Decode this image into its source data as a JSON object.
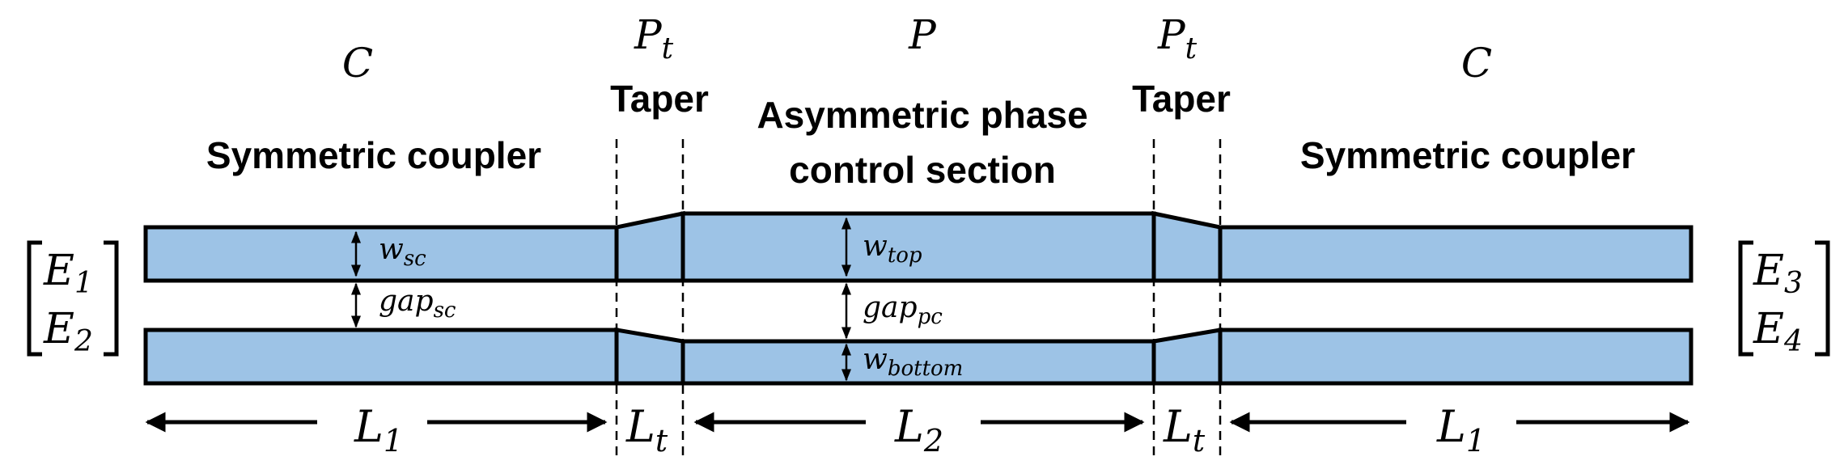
{
  "sections": {
    "coupler_left": {
      "symbol": "C",
      "label": "Symmetric coupler"
    },
    "taper_left": {
      "symbol": "P",
      "symbol_sub": "t",
      "label": "Taper"
    },
    "phase": {
      "symbol": "P",
      "label_line1": "Asymmetric phase",
      "label_line2": "control section"
    },
    "taper_right": {
      "symbol": "P",
      "symbol_sub": "t",
      "label": "Taper"
    },
    "coupler_right": {
      "symbol": "C",
      "label": "Symmetric coupler"
    }
  },
  "inputs": {
    "e1": "E",
    "e1_sub": "1",
    "e2": "E",
    "e2_sub": "2"
  },
  "outputs": {
    "e3": "E",
    "e3_sub": "3",
    "e4": "E",
    "e4_sub": "4"
  },
  "dimensions": {
    "w_sc": {
      "base": "w",
      "sub": "sc"
    },
    "gap_sc": {
      "base": "gap",
      "sub": "sc"
    },
    "w_top": {
      "base": "w",
      "sub": "top"
    },
    "gap_pc": {
      "base": "gap",
      "sub": "pc"
    },
    "w_bottom": {
      "base": "w",
      "sub": "bottom"
    }
  },
  "lengths": {
    "l1_left": {
      "base": "L",
      "sub": "1"
    },
    "lt_left": {
      "base": "L",
      "sub": "t"
    },
    "l2": {
      "base": "L",
      "sub": "2"
    },
    "lt_right": {
      "base": "L",
      "sub": "t"
    },
    "l1_right": {
      "base": "L",
      "sub": "1"
    }
  },
  "colors": {
    "waveguide_fill": "#9dc3e6",
    "stroke": "#000000"
  }
}
